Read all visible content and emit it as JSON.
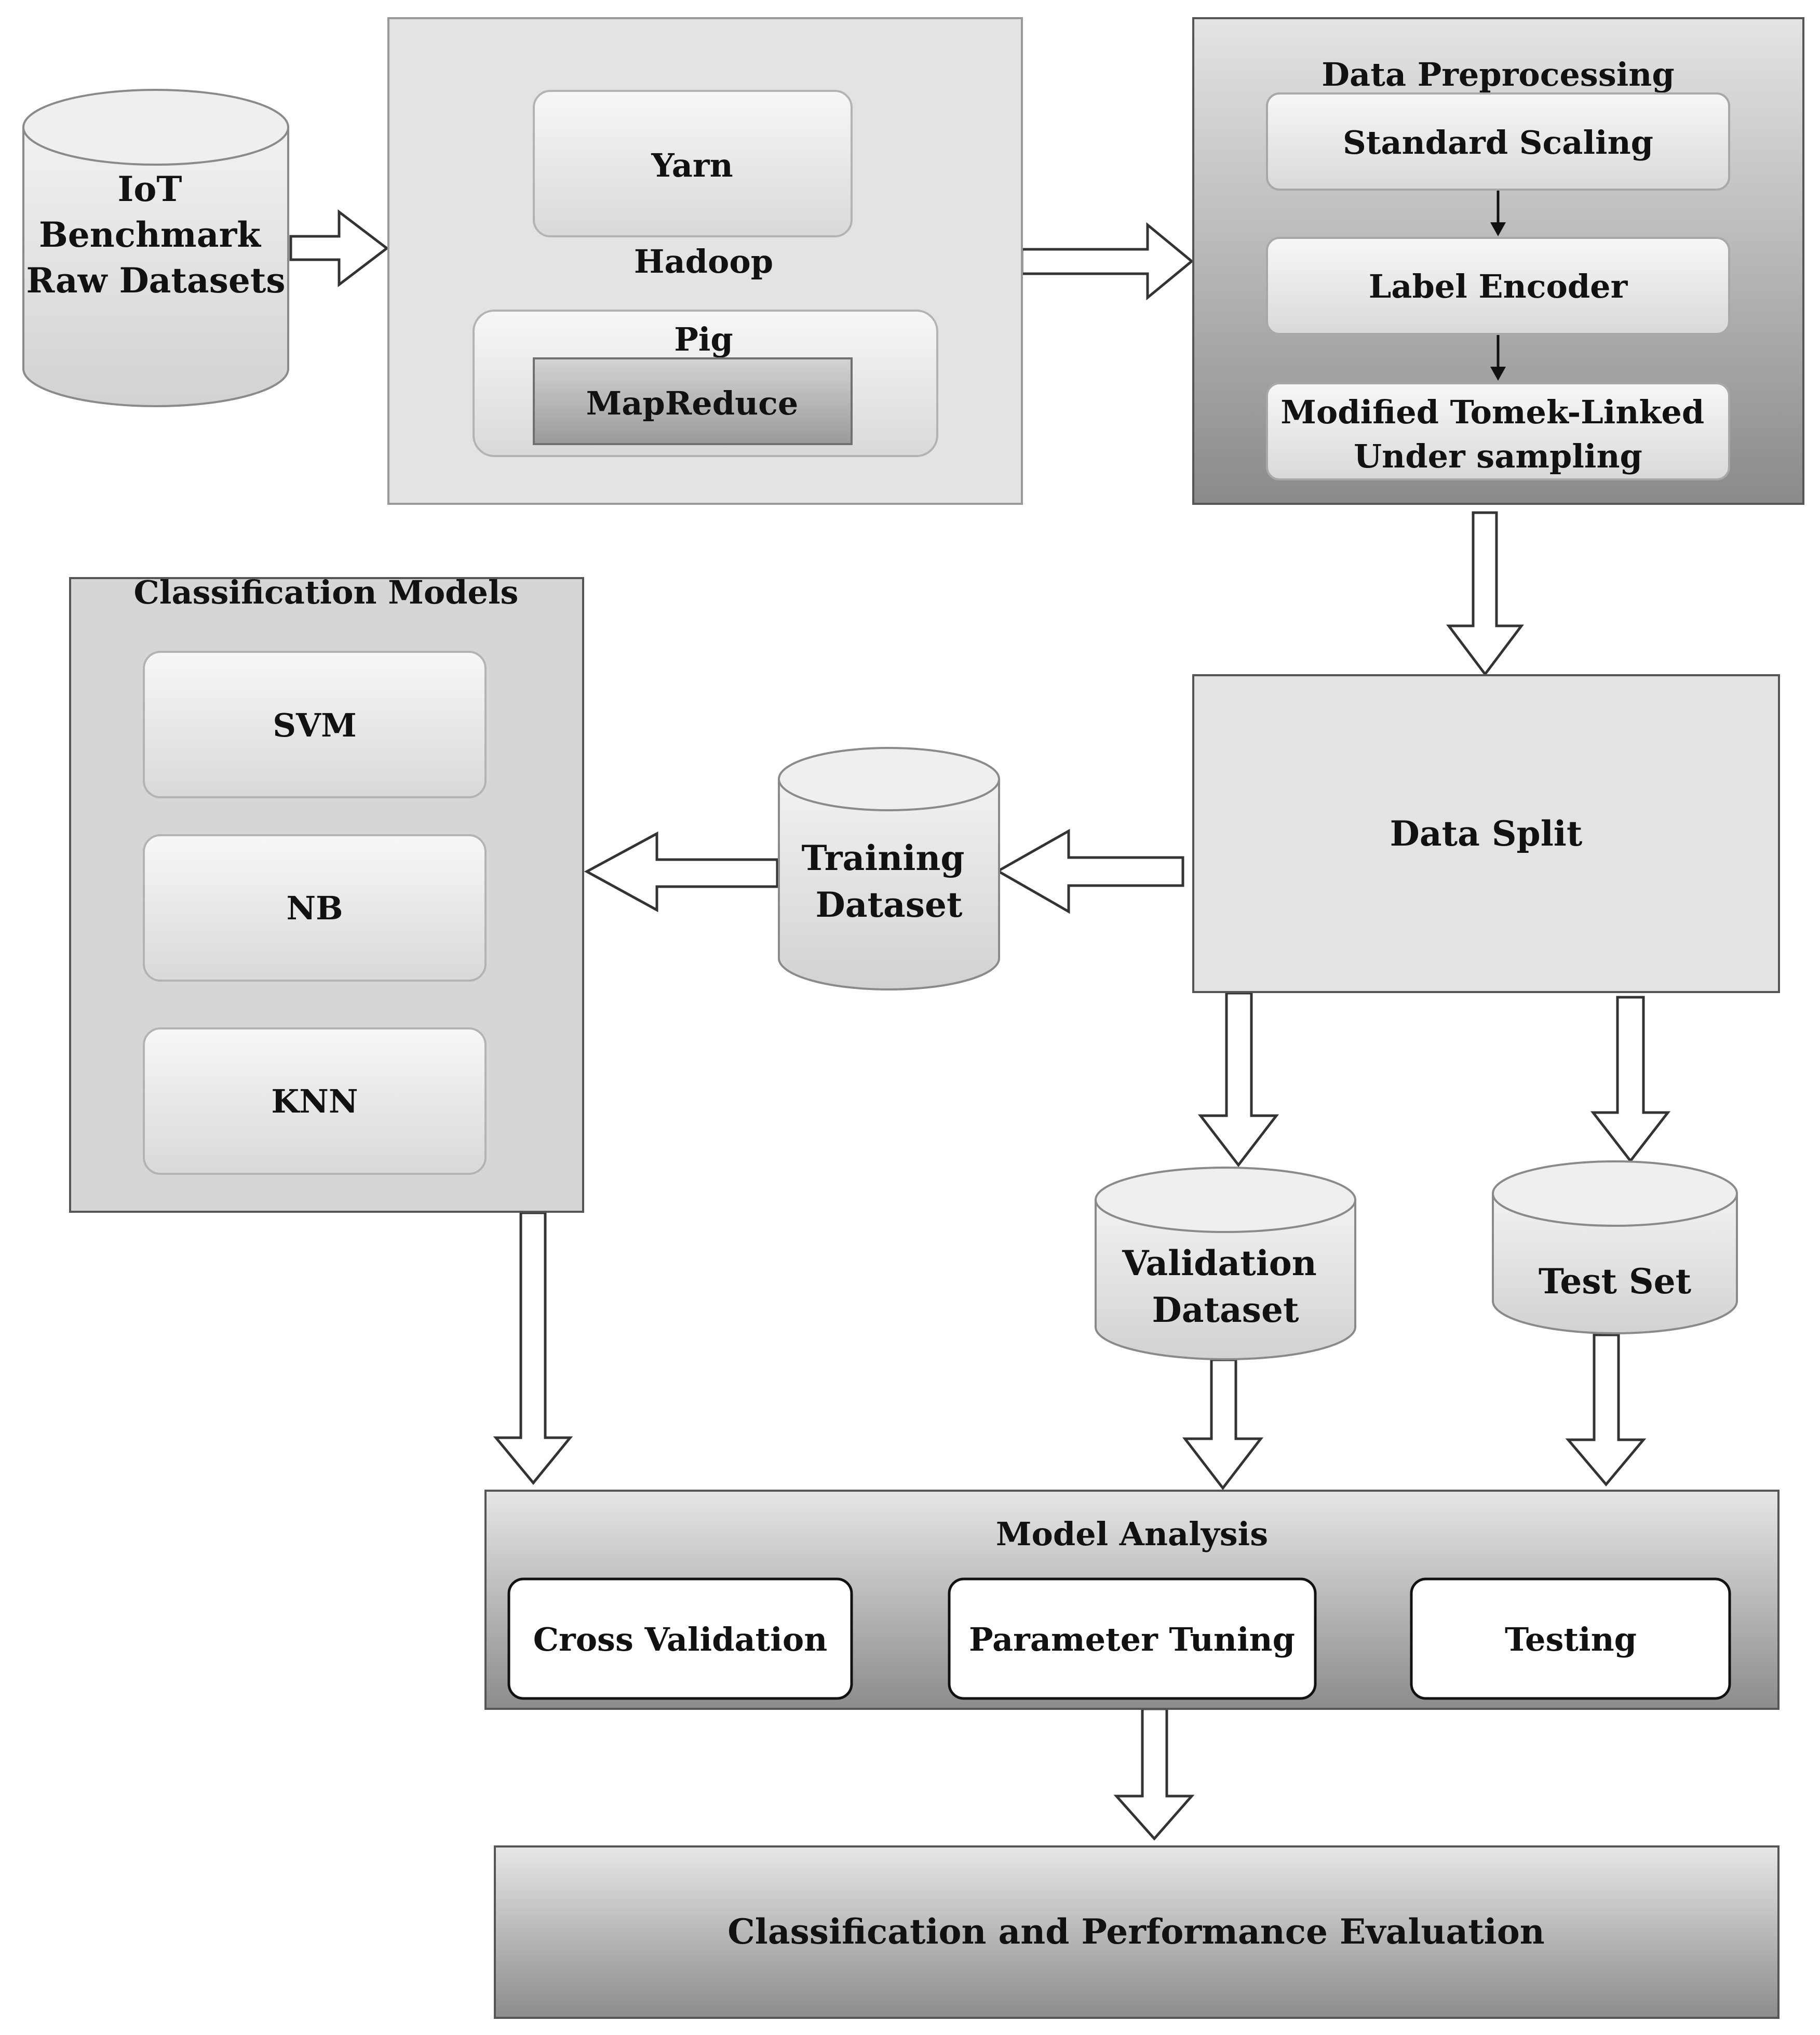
{
  "raw_datasets": {
    "lines": [
      "IoT",
      "Benchmark",
      "Raw Datasets"
    ]
  },
  "hadoop": {
    "title": "Hadoop",
    "yarn": "Yarn",
    "pig": "Pig",
    "mapreduce": "MapReduce"
  },
  "preprocessing": {
    "title": "Data Preprocessing",
    "steps": [
      {
        "lines": [
          "Standard Scaling"
        ]
      },
      {
        "lines": [
          "Label Encoder"
        ]
      },
      {
        "lines": [
          "Modified Tomek-Linked",
          "Under sampling"
        ]
      }
    ]
  },
  "data_split": {
    "label": "Data Split"
  },
  "training": {
    "lines": [
      "Training",
      "Dataset"
    ]
  },
  "validation": {
    "lines": [
      "Validation",
      "Dataset"
    ]
  },
  "test_set": {
    "lines": [
      "Test Set"
    ]
  },
  "classification": {
    "title": "Classification Models",
    "models": [
      "SVM",
      "NB",
      "KNN"
    ]
  },
  "model_analysis": {
    "title": "Model Analysis",
    "items": [
      "Cross Validation",
      "Parameter Tuning",
      "Testing"
    ]
  },
  "evaluation": {
    "label": "Classification and Performance Evaluation"
  }
}
